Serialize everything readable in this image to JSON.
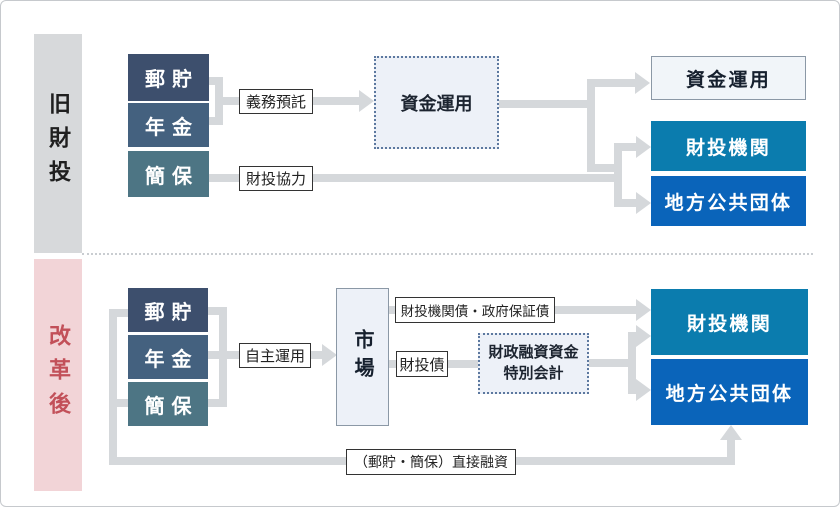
{
  "colors": {
    "navy": "#3d4f6d",
    "slate": "#44617f",
    "teal": "#4d7584",
    "blue-mid": "#0b7cae",
    "blue-deep": "#0a64ba",
    "line": "#d5d8db",
    "pink": "#f2d4d7",
    "red": "#c25059",
    "gray-bar": "#d7d9db",
    "panel-bg": "#edf1f8",
    "panel-border": "#5c789f"
  },
  "old_section": {
    "side_label": "旧財投",
    "postal_savings": "郵貯",
    "pension": "年金",
    "postal_insurance": "簡保",
    "mandatory_deposit": "義務預託",
    "filp_cooperation": "財投協力",
    "fund_management_dotted": "資金運用",
    "fund_management": "資金運用",
    "filp_agencies": "財投機関",
    "local_governments": "地方公共団体"
  },
  "new_section": {
    "side_label": "改革後",
    "postal_savings": "郵貯",
    "pension": "年金",
    "postal_insurance": "簡保",
    "independent_management": "自主運用",
    "market": "市場",
    "filp_agency_bonds": "財投機関債・政府保証債",
    "filp_bonds": "財投債",
    "special_account_line1": "財政融資資金",
    "special_account_line2": "特別会計",
    "filp_agencies": "財投機関",
    "local_governments": "地方公共団体",
    "direct_loans": "（郵貯・簡保）直接融資"
  }
}
